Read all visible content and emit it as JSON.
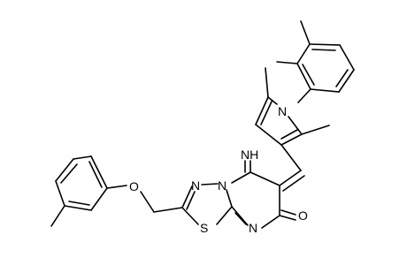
{
  "molecule": {
    "atoms": {
      "thiadiazole_S": "S",
      "thiadiazole_N1": "N",
      "thiadiazole_N2": "N",
      "pyrimidine_N": "N",
      "ether_O": "O",
      "carbonyl_O": "O",
      "imine": "NH",
      "pyrrole_N": "N"
    }
  }
}
